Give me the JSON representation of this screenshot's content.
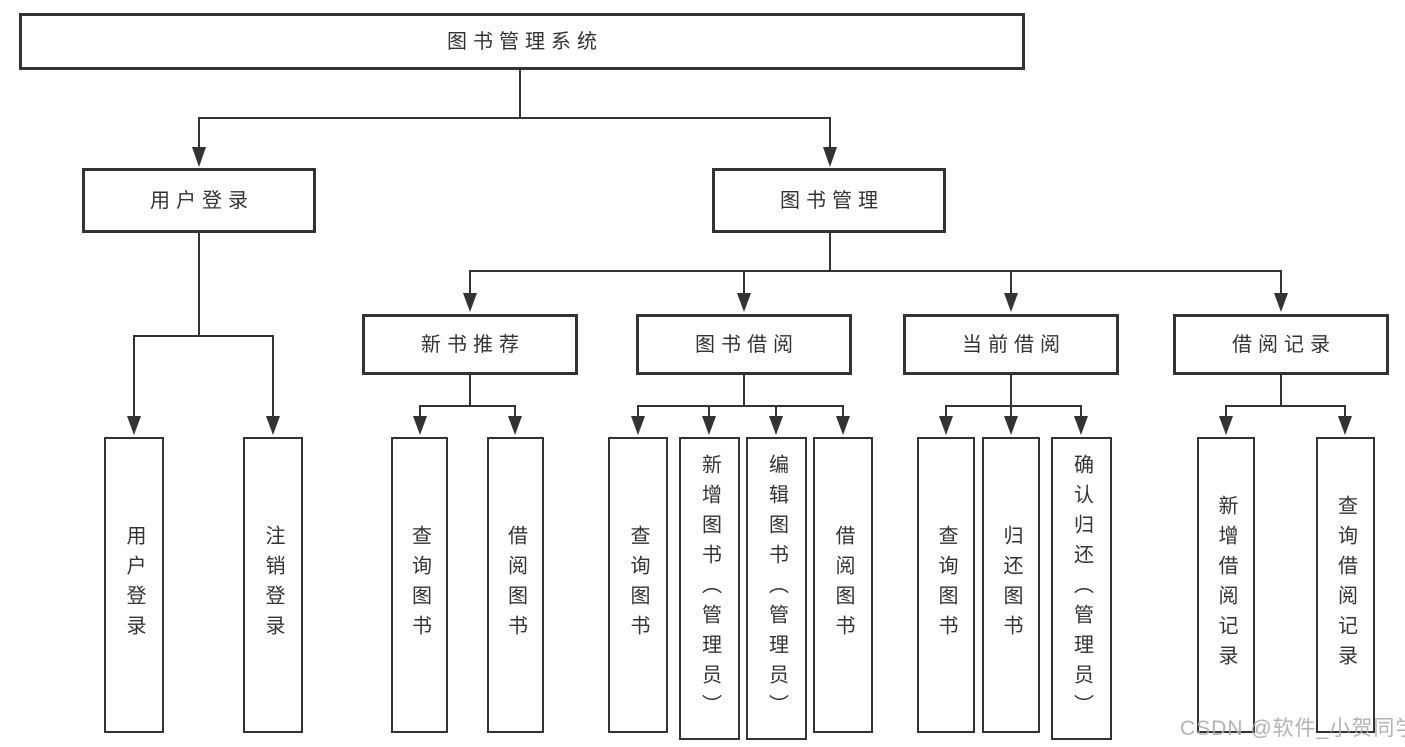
{
  "diagram": {
    "root_label": "图书管理系统",
    "level2": {
      "user_login": "用户登录",
      "book_mgmt": "图书管理"
    },
    "level3": {
      "new_books": "新书推荐",
      "borrow": "图书借阅",
      "current": "当前借阅",
      "records": "借阅记录"
    },
    "leaves": {
      "login": [
        "用户登录",
        "注销登录"
      ],
      "new_books": [
        "查询图书",
        "借阅图书"
      ],
      "borrow": [
        "查询图书",
        "新增图书（管理员）",
        "编辑图书（管理员）",
        "借阅图书"
      ],
      "current": [
        "查询图书",
        "归还图书",
        "确认归还（管理员）"
      ],
      "records": [
        "新增借阅记录",
        "查询借阅记录"
      ]
    }
  },
  "watermark": "CSDN @软件_小贺同学",
  "colors": {
    "line": "#333333",
    "text": "#333333",
    "watermark_text": "#ababab",
    "background": "#ffffff"
  }
}
